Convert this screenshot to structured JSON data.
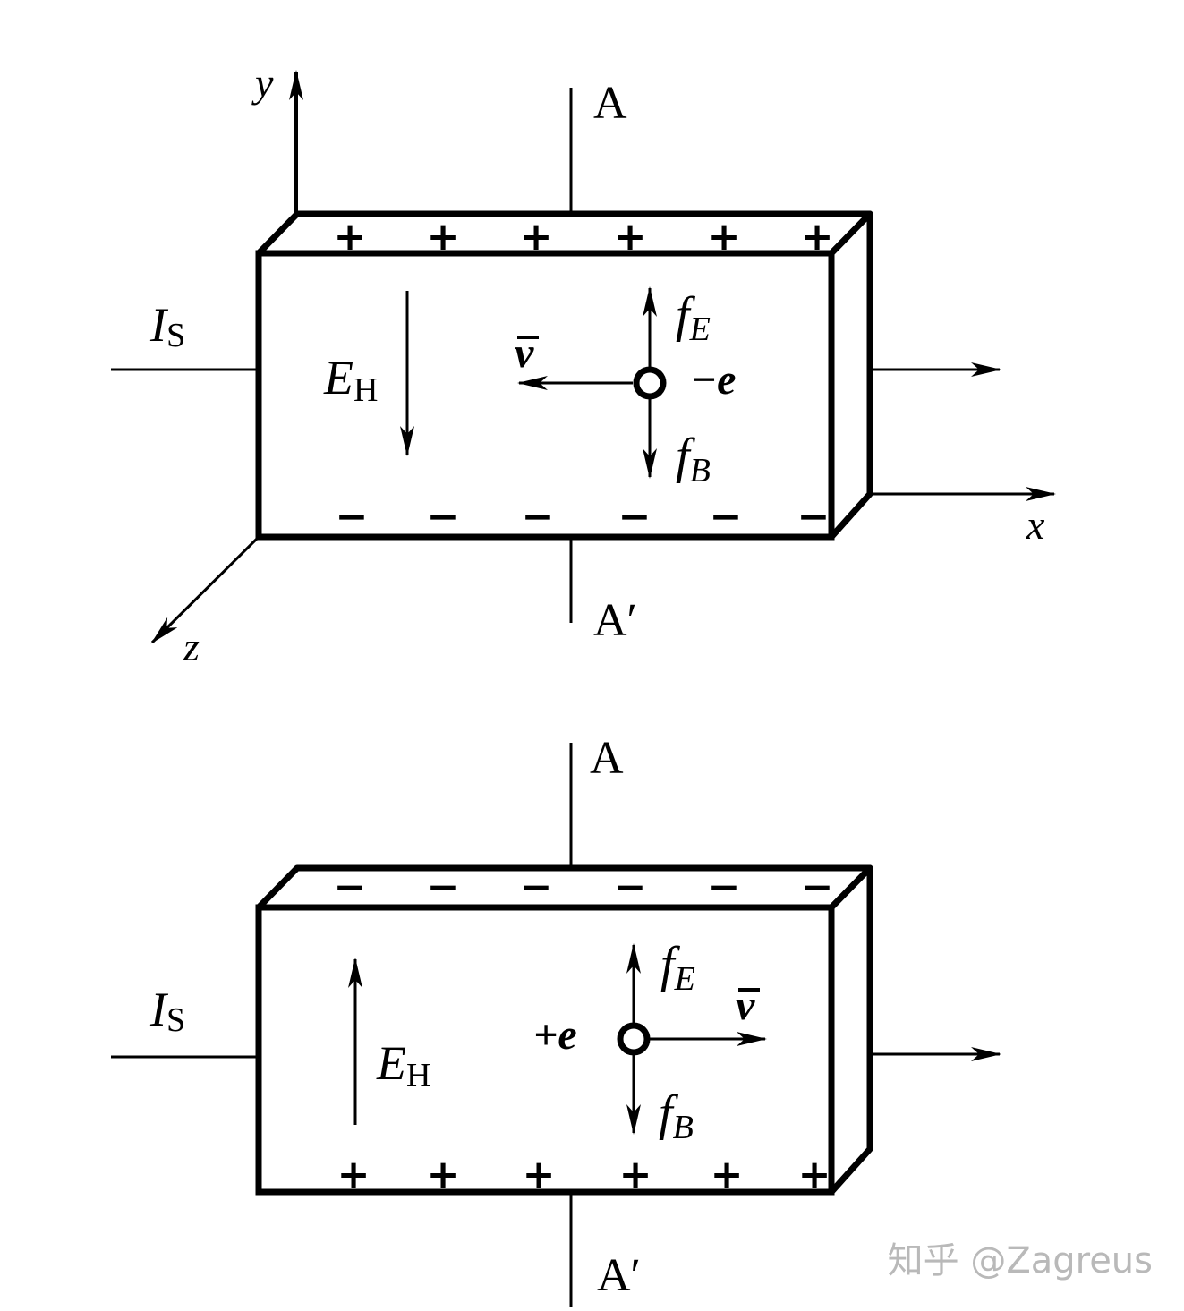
{
  "watermark": "知乎 @Zagreus",
  "top_diagram": {
    "axis_y": "y",
    "axis_x": "x",
    "axis_z": "z",
    "probe_top": "A",
    "probe_bottom": "A′",
    "current_main": "I",
    "current_sub": "S",
    "field_main": "E",
    "field_sub": "H",
    "velocity": "v",
    "charge": "−e",
    "force_e_main": "f",
    "force_e_sub": "E",
    "force_b_main": "f",
    "force_b_sub": "B",
    "top_sign": "+",
    "bottom_sign": "−"
  },
  "bottom_diagram": {
    "probe_top": "A",
    "probe_bottom": "A′",
    "current_main": "I",
    "current_sub": "S",
    "field_main": "E",
    "field_sub": "H",
    "velocity": "v",
    "charge": "+e",
    "force_e_main": "f",
    "force_e_sub": "E",
    "force_b_main": "f",
    "force_b_sub": "B",
    "top_sign": "−",
    "bottom_sign": "+"
  }
}
